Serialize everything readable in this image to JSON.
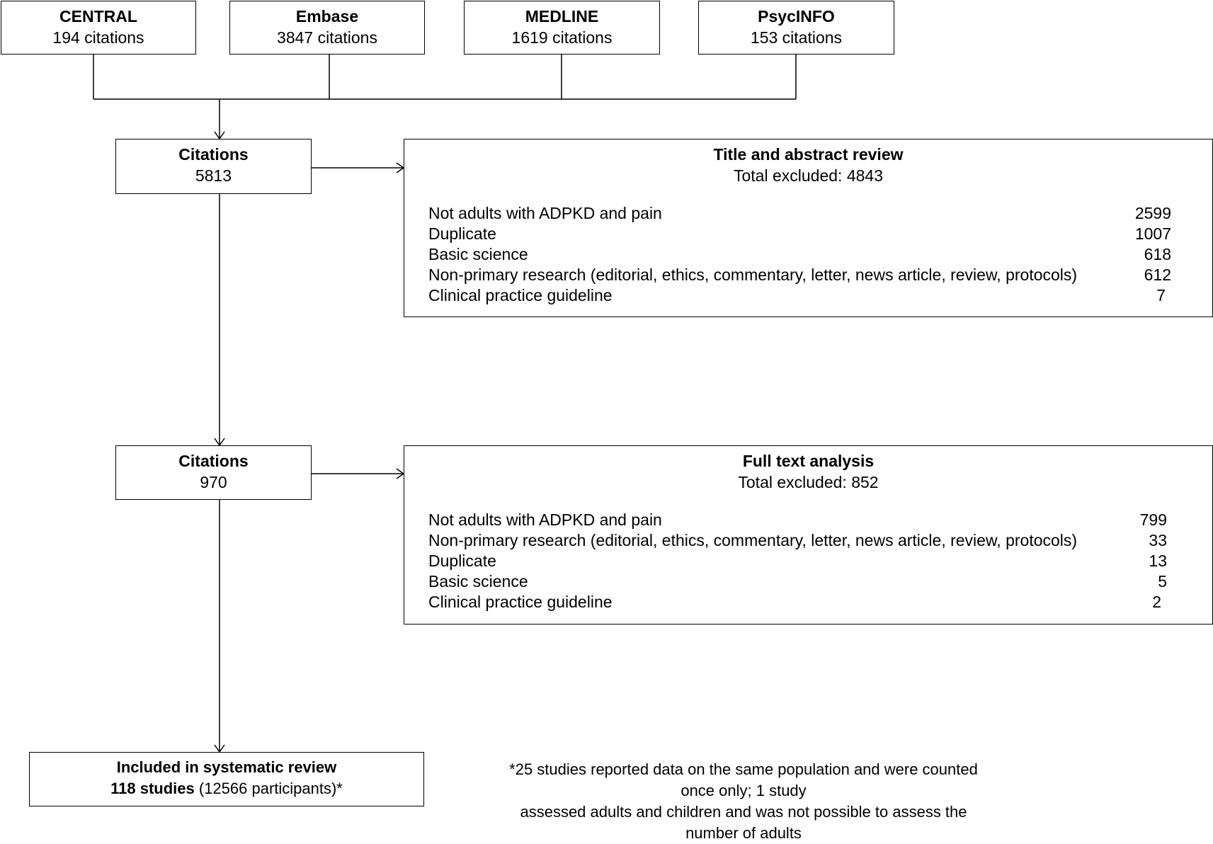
{
  "sources": [
    {
      "name": "CENTRAL",
      "count": "194 citations"
    },
    {
      "name": "Embase",
      "count": "3847 citations"
    },
    {
      "name": "MEDLINE",
      "count": "1619 citations"
    },
    {
      "name": "PsycINFO",
      "count": "153 citations"
    }
  ],
  "citations1": {
    "label": "Citations",
    "value": "5813"
  },
  "citations2": {
    "label": "Citations",
    "value": "970"
  },
  "title_abstract": {
    "title": "Title and abstract review",
    "total": "Total excluded: 4843",
    "rows": [
      {
        "reason": "Not adults with ADPKD and pain",
        "n": "2599"
      },
      {
        "reason": "Duplicate",
        "n": "1007"
      },
      {
        "reason": "Basic science",
        "n": "618"
      },
      {
        "reason": "Non-primary research (editorial, ethics, commentary, letter, news article, review, protocols)",
        "n": "612"
      },
      {
        "reason": "Clinical practice guideline",
        "n": "7"
      }
    ]
  },
  "full_text": {
    "title": "Full text analysis",
    "total": "Total excluded: 852",
    "rows": [
      {
        "reason": "Not adults with ADPKD and pain",
        "n": "799"
      },
      {
        "reason": "Non-primary research (editorial, ethics, commentary, letter, news article, review, protocols)",
        "n": "33"
      },
      {
        "reason": "Duplicate",
        "n": "13"
      },
      {
        "reason": "Basic science",
        "n": "5"
      },
      {
        "reason": "Clinical practice guideline",
        "n": "2"
      }
    ]
  },
  "included": {
    "title": "Included in systematic review",
    "studies": "118 studies",
    "participants": " (12566 participants)*"
  },
  "footnote": {
    "line1": "*25 studies reported data on the same population and were counted once only; 1 study",
    "line2": "assessed adults and children and was not possible to assess the number of adults"
  }
}
